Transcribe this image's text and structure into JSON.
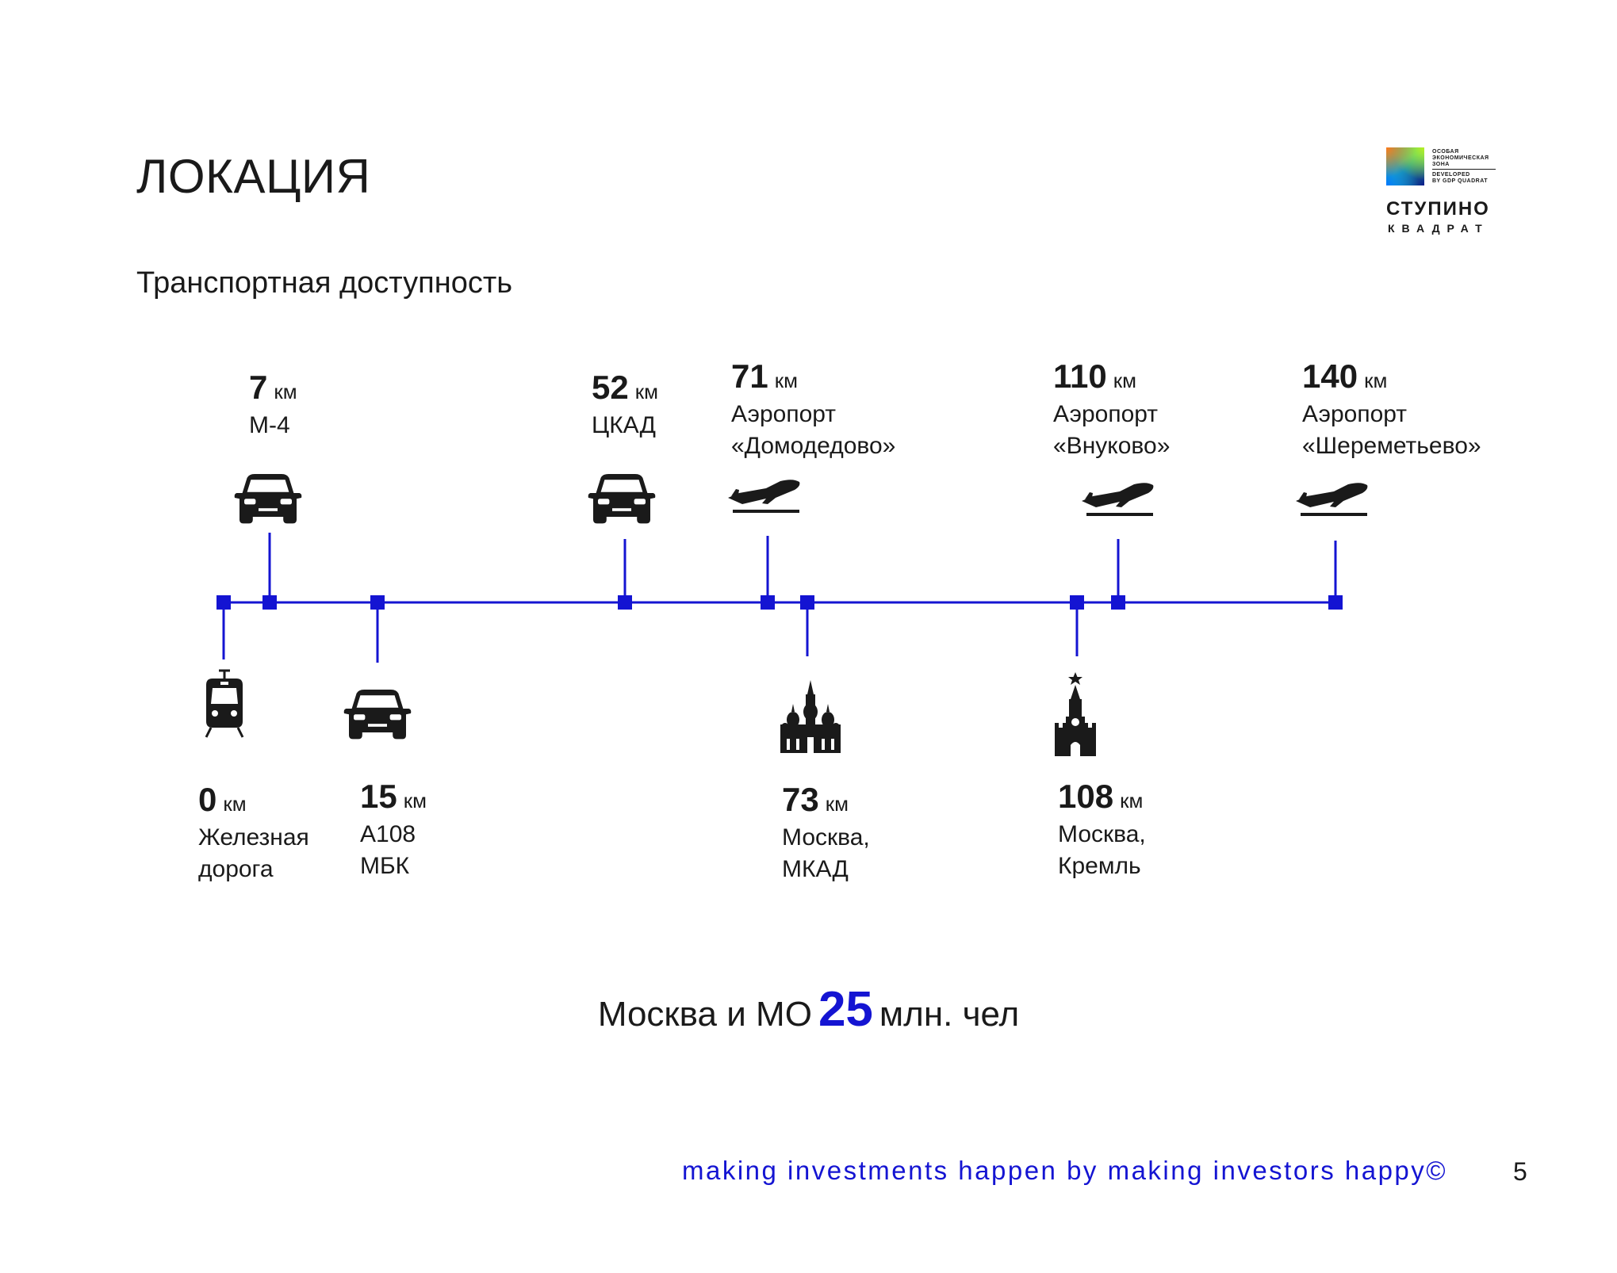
{
  "page": {
    "title": "ЛОКАЦИЯ",
    "subtitle": "Транспортная доступность",
    "slogan": "making investments happen by making investors happy©",
    "page_number": "5"
  },
  "logo": {
    "line1": "ОСОБАЯ",
    "line2": "ЭКОНОМИЧЕСКАЯ",
    "line3": "ЗОНА",
    "line4": "DEVELOPED",
    "line5": "BY GDP QUADRAT",
    "name": "СТУПИНО",
    "sub": "КВАДРАТ"
  },
  "unit": "км",
  "stops_top": [
    {
      "km": "7",
      "lines": [
        "М-4"
      ],
      "icon": "car-icon"
    },
    {
      "km": "52",
      "lines": [
        "ЦКАД"
      ],
      "icon": "car-icon"
    },
    {
      "km": "71",
      "lines": [
        "Аэропорт",
        "«Домодедово»"
      ],
      "icon": "airplane-icon"
    },
    {
      "km": "110",
      "lines": [
        "Аэропорт",
        "«Внуково»"
      ],
      "icon": "airplane-icon"
    },
    {
      "km": "140",
      "lines": [
        "Аэропорт",
        "«Шереметьево»"
      ],
      "icon": "airplane-icon"
    }
  ],
  "stops_bottom": [
    {
      "km": "0",
      "lines": [
        "Железная",
        "дорога"
      ],
      "icon": "train-icon"
    },
    {
      "km": "15",
      "lines": [
        "А108",
        "МБК"
      ],
      "icon": "car-icon"
    },
    {
      "km": "73",
      "lines": [
        "Москва,",
        "МКАД"
      ],
      "icon": "cathedral-icon"
    },
    {
      "km": "108",
      "lines": [
        "Москва,",
        "Кремль"
      ],
      "icon": "kremlin-tower-icon"
    }
  ],
  "population": {
    "prefix": "Москва и МО",
    "value": "25",
    "suffix": "млн. чел"
  },
  "colors": {
    "accent": "#1414d2",
    "text": "#1a1a1a",
    "icon": "#1a1a1a"
  }
}
